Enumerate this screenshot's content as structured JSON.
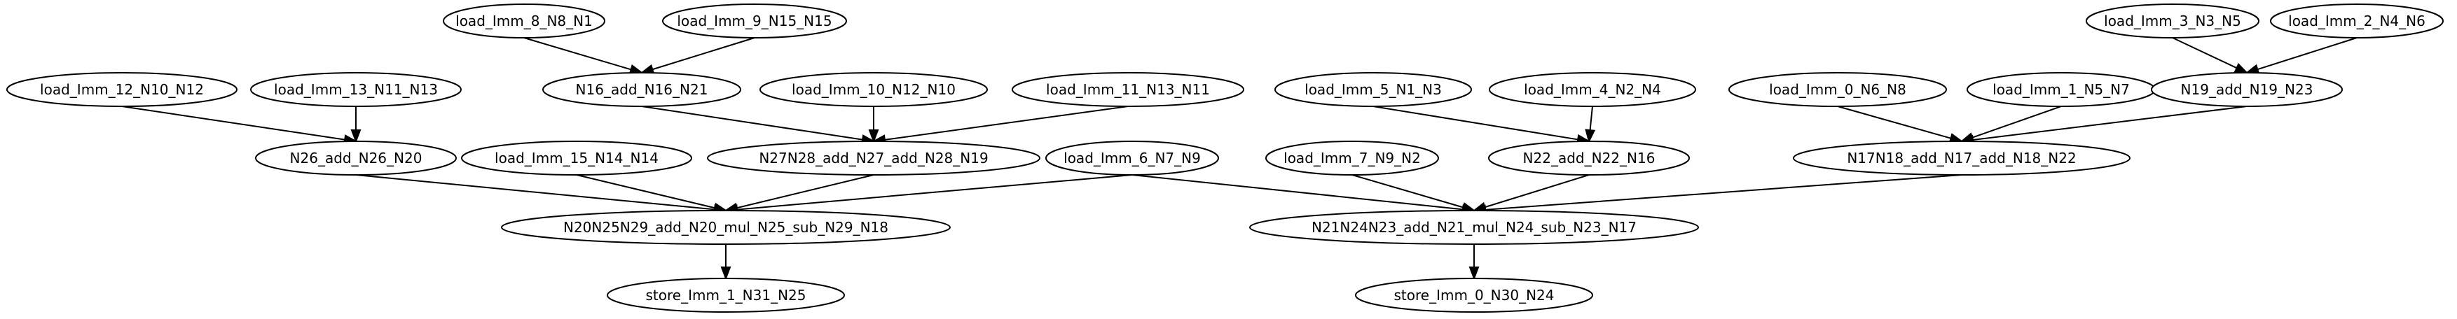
{
  "graph": {
    "nodes": [
      {
        "id": "n0",
        "label": "load_Imm_8_N8_N1"
      },
      {
        "id": "n1",
        "label": "load_Imm_9_N15_N15"
      },
      {
        "id": "n2",
        "label": "load_Imm_3_N3_N5"
      },
      {
        "id": "n3",
        "label": "load_Imm_2_N4_N6"
      },
      {
        "id": "n4",
        "label": "load_Imm_12_N10_N12"
      },
      {
        "id": "n5",
        "label": "load_Imm_13_N11_N13"
      },
      {
        "id": "n6",
        "label": "N16_add_N16_N21"
      },
      {
        "id": "n7",
        "label": "load_Imm_10_N12_N10"
      },
      {
        "id": "n8",
        "label": "load_Imm_11_N13_N11"
      },
      {
        "id": "n9",
        "label": "load_Imm_5_N1_N3"
      },
      {
        "id": "n10",
        "label": "load_Imm_4_N2_N4"
      },
      {
        "id": "n11",
        "label": "load_Imm_0_N6_N8"
      },
      {
        "id": "n12",
        "label": "load_Imm_1_N5_N7"
      },
      {
        "id": "n13",
        "label": "N19_add_N19_N23"
      },
      {
        "id": "n14",
        "label": "N26_add_N26_N20"
      },
      {
        "id": "n15",
        "label": "load_Imm_15_N14_N14"
      },
      {
        "id": "n16",
        "label": "N27N28_add_N27_add_N28_N19"
      },
      {
        "id": "n17",
        "label": "load_Imm_6_N7_N9"
      },
      {
        "id": "n18",
        "label": "load_Imm_7_N9_N2"
      },
      {
        "id": "n19",
        "label": "N22_add_N22_N16"
      },
      {
        "id": "n20",
        "label": "N17N18_add_N17_add_N18_N22"
      },
      {
        "id": "n21",
        "label": "N20N25N29_add_N20_mul_N25_sub_N29_N18"
      },
      {
        "id": "n22",
        "label": "N21N24N23_add_N21_mul_N24_sub_N23_N17"
      },
      {
        "id": "n23",
        "label": "store_Imm_1_N31_N25"
      },
      {
        "id": "n24",
        "label": "store_Imm_0_N30_N24"
      }
    ],
    "edges": [
      {
        "from": "n0",
        "to": "n6"
      },
      {
        "from": "n1",
        "to": "n6"
      },
      {
        "from": "n2",
        "to": "n13"
      },
      {
        "from": "n3",
        "to": "n13"
      },
      {
        "from": "n4",
        "to": "n14"
      },
      {
        "from": "n5",
        "to": "n14"
      },
      {
        "from": "n6",
        "to": "n16"
      },
      {
        "from": "n7",
        "to": "n16"
      },
      {
        "from": "n8",
        "to": "n16"
      },
      {
        "from": "n9",
        "to": "n19"
      },
      {
        "from": "n10",
        "to": "n19"
      },
      {
        "from": "n11",
        "to": "n20"
      },
      {
        "from": "n12",
        "to": "n20"
      },
      {
        "from": "n13",
        "to": "n20"
      },
      {
        "from": "n14",
        "to": "n21"
      },
      {
        "from": "n15",
        "to": "n21"
      },
      {
        "from": "n16",
        "to": "n21"
      },
      {
        "from": "n17",
        "to": "n21"
      },
      {
        "from": "n17",
        "to": "n22"
      },
      {
        "from": "n18",
        "to": "n22"
      },
      {
        "from": "n19",
        "to": "n22"
      },
      {
        "from": "n20",
        "to": "n22"
      },
      {
        "from": "n21",
        "to": "n23"
      },
      {
        "from": "n22",
        "to": "n24"
      }
    ]
  }
}
